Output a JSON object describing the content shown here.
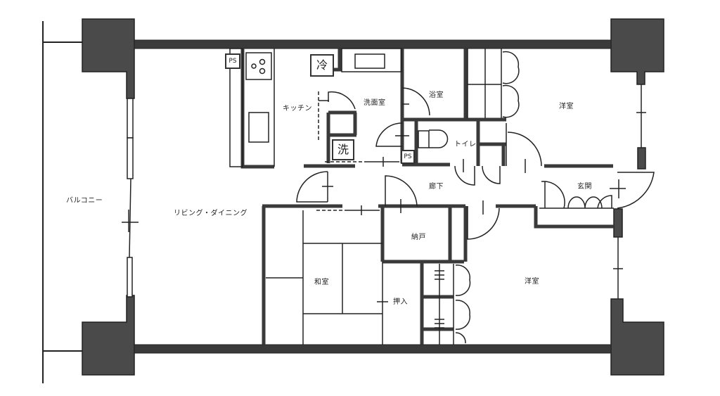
{
  "floor_plan": {
    "colors": {
      "wall": "#3a3a3a",
      "pillar": "#4a4a4a",
      "line": "#222222",
      "background": "#ffffff"
    },
    "rooms": {
      "balcony": "バルコニー",
      "living_dining": "リビング・ダイニング",
      "kitchen": "キッチン",
      "washroom": "洗面室",
      "bathroom": "浴室",
      "toilet": "トイレ",
      "hallway": "廊下",
      "entrance": "玄関",
      "western_room_1": "洋室",
      "western_room_2": "洋室",
      "storage": "納戸",
      "japanese_room": "和室",
      "closet": "押入"
    },
    "fixtures": {
      "ps_kitchen": "PS",
      "ps_toilet": "PS",
      "refrigerator": "冷",
      "washing_machine": "洗"
    }
  }
}
